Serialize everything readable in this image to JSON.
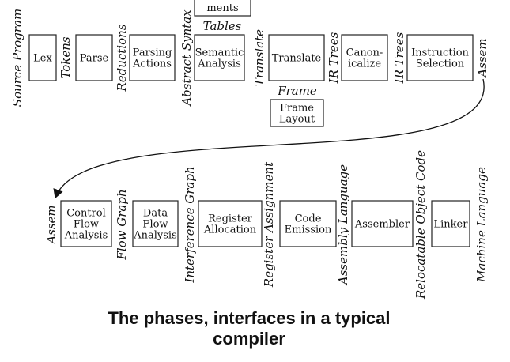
{
  "phases_row1": [
    {
      "id": "lex",
      "lines": [
        "Lex"
      ]
    },
    {
      "id": "parse",
      "lines": [
        "Parse"
      ]
    },
    {
      "id": "parsing-actions",
      "lines": [
        "Parsing",
        "Actions"
      ]
    },
    {
      "id": "semantic-analysis",
      "lines": [
        "Semantic",
        "Analysis"
      ]
    },
    {
      "id": "translate",
      "lines": [
        "Translate"
      ]
    },
    {
      "id": "canonicalize",
      "lines": [
        "Canon-",
        "icalize"
      ]
    },
    {
      "id": "instruction-selection",
      "lines": [
        "Instruction",
        "Selection"
      ]
    }
  ],
  "interfaces_row1": [
    "Source Program",
    "Tokens",
    "Reductions",
    "Abstract Syntax",
    "Translate",
    "IR Trees",
    "IR Trees",
    "Assem"
  ],
  "environments": {
    "tables_top_box": "ments",
    "tables_label": "Tables",
    "frame_label": "Frame",
    "frame_layout": [
      "Frame",
      "Layout"
    ]
  },
  "phases_row2": [
    {
      "id": "control-flow-analysis",
      "lines": [
        "Control",
        "Flow",
        "Analysis"
      ]
    },
    {
      "id": "data-flow-analysis",
      "lines": [
        "Data",
        "Flow",
        "Analysis"
      ]
    },
    {
      "id": "register-allocation",
      "lines": [
        "Register",
        "Allocation"
      ]
    },
    {
      "id": "code-emission",
      "lines": [
        "Code",
        "Emission"
      ]
    },
    {
      "id": "assembler",
      "lines": [
        "Assembler"
      ]
    },
    {
      "id": "linker",
      "lines": [
        "Linker"
      ]
    }
  ],
  "interfaces_row2": [
    "Assem",
    "Flow Graph",
    "Interference Graph",
    "Register Assignment",
    "Assembly Language",
    "Relocatable Object Code",
    "Machine Language"
  ],
  "caption": {
    "line1": "The phases, interfaces  in a typical",
    "line2": "compiler"
  }
}
